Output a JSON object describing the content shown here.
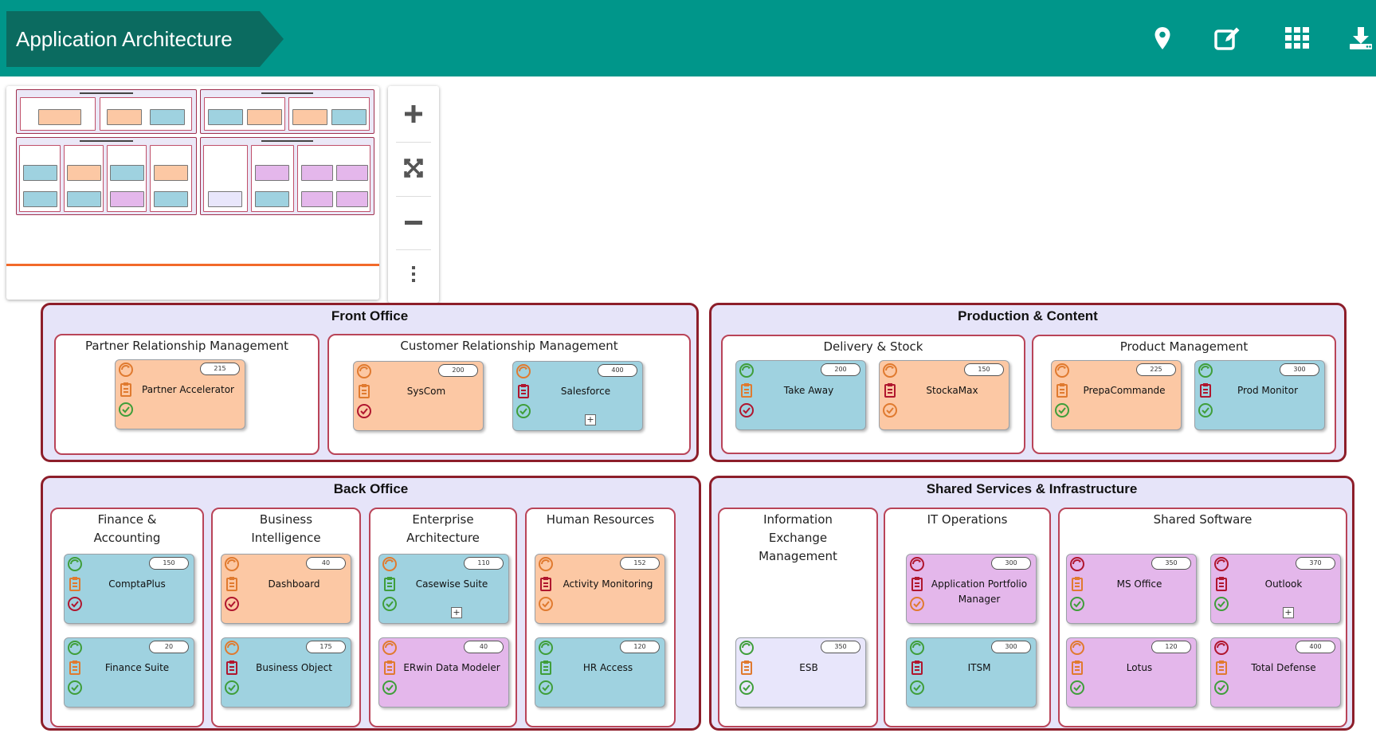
{
  "header": {
    "title": "Application Architecture",
    "icons": [
      "location-pin-icon",
      "edit-icon",
      "grid-icon",
      "download-icon"
    ],
    "background": "#00968a",
    "title_background": "#0b6b60"
  },
  "zoom_controls": {
    "icons": [
      "zoom-in-icon",
      "fit-to-screen-icon",
      "zoom-out-icon",
      "more-options-icon"
    ]
  },
  "colors": {
    "group_border": "#8d1e2a",
    "group_fill": "#e6e4f9",
    "orange_app": "#fcc8a4",
    "blue_app": "#9fd2e0",
    "pink_app": "#e4b7eb",
    "lavender_app": "#e8e6fb",
    "status_green": "#3f9e3a",
    "status_orange": "#e07a2f",
    "status_red": "#b0162e",
    "minimap_scroll": "#f26a2a"
  },
  "groups": [
    {
      "title": "Front Office",
      "subs": [
        {
          "title": "Partner Relationship Management",
          "apps": [
            {
              "name": "Partner Accelerator",
              "badge": "215",
              "color": "orange",
              "status": [
                "orange",
                "orange",
                "green"
              ]
            }
          ]
        },
        {
          "title": "Customer Relationship Management",
          "apps": [
            {
              "name": "SysCom",
              "badge": "200",
              "color": "orange",
              "status": [
                "orange",
                "orange",
                "red"
              ]
            },
            {
              "name": "Salesforce",
              "badge": "400",
              "color": "blue",
              "status": [
                "orange",
                "red",
                "green"
              ],
              "expand": "+"
            }
          ]
        }
      ]
    },
    {
      "title": "Production & Content",
      "subs": [
        {
          "title": "Delivery & Stock",
          "apps": [
            {
              "name": "Take Away",
              "badge": "200",
              "color": "blue",
              "status": [
                "green",
                "orange",
                "red"
              ]
            },
            {
              "name": "StockaMax",
              "badge": "150",
              "color": "orange",
              "status": [
                "orange",
                "red",
                "orange"
              ]
            }
          ]
        },
        {
          "title": "Product Management",
          "apps": [
            {
              "name": "PrepaCommande",
              "badge": "225",
              "color": "orange",
              "status": [
                "orange",
                "orange",
                "green"
              ]
            },
            {
              "name": "Prod Monitor",
              "badge": "300",
              "color": "blue",
              "status": [
                "green",
                "red",
                "green"
              ]
            }
          ]
        }
      ]
    },
    {
      "title": "Back Office",
      "subs": [
        {
          "title": "Finance &\nAccounting",
          "apps": [
            {
              "name": "ComptaPlus",
              "badge": "150",
              "color": "blue",
              "status": [
                "green",
                "orange",
                "red"
              ]
            },
            {
              "name": "Finance Suite",
              "badge": "20",
              "color": "blue",
              "status": [
                "green",
                "orange",
                "green"
              ]
            }
          ]
        },
        {
          "title": "Business\nIntelligence",
          "apps": [
            {
              "name": "Dashboard",
              "badge": "40",
              "color": "orange",
              "status": [
                "orange",
                "orange",
                "red"
              ]
            },
            {
              "name": "Business Object",
              "badge": "175",
              "color": "blue",
              "status": [
                "orange",
                "red",
                "green"
              ]
            }
          ]
        },
        {
          "title": "Enterprise\nArchitecture",
          "apps": [
            {
              "name": "Casewise Suite",
              "badge": "110",
              "color": "blue",
              "status": [
                "orange",
                "green",
                "green"
              ],
              "expand": "+"
            },
            {
              "name": "ERwin Data Modeler",
              "badge": "40",
              "color": "pink",
              "status": [
                "orange",
                "orange",
                "green"
              ]
            }
          ]
        },
        {
          "title": "Human Resources",
          "apps": [
            {
              "name": "Activity Monitoring",
              "badge": "152",
              "color": "orange",
              "status": [
                "orange",
                "red",
                "orange"
              ]
            },
            {
              "name": "HR Access",
              "badge": "120",
              "color": "blue",
              "status": [
                "green",
                "green",
                "green"
              ]
            }
          ]
        }
      ]
    },
    {
      "title": "Shared Services & Infrastructure",
      "subs": [
        {
          "title": "Information\nExchange\nManagement",
          "apps": [
            {
              "name": "ESB",
              "badge": "350",
              "color": "lav",
              "status": [
                "green",
                "orange",
                "green"
              ]
            }
          ]
        },
        {
          "title": "IT Operations",
          "apps": [
            {
              "name": "Application Portfolio Manager",
              "badge": "300",
              "color": "pink",
              "status": [
                "red",
                "red",
                "orange"
              ]
            },
            {
              "name": "ITSM",
              "badge": "300",
              "color": "blue",
              "status": [
                "green",
                "red",
                "green"
              ]
            }
          ]
        },
        {
          "title": "Shared Software",
          "apps": [
            {
              "name": "MS Office",
              "badge": "350",
              "color": "pink",
              "status": [
                "red",
                "orange",
                "green"
              ]
            },
            {
              "name": "Outlook",
              "badge": "370",
              "color": "pink",
              "status": [
                "red",
                "red",
                "green"
              ],
              "expand": "+"
            },
            {
              "name": "Lotus",
              "badge": "120",
              "color": "pink",
              "status": [
                "orange",
                "orange",
                "green"
              ]
            },
            {
              "name": "Total Defense",
              "badge": "400",
              "color": "pink",
              "status": [
                "red",
                "orange",
                "green"
              ]
            }
          ]
        }
      ]
    }
  ]
}
